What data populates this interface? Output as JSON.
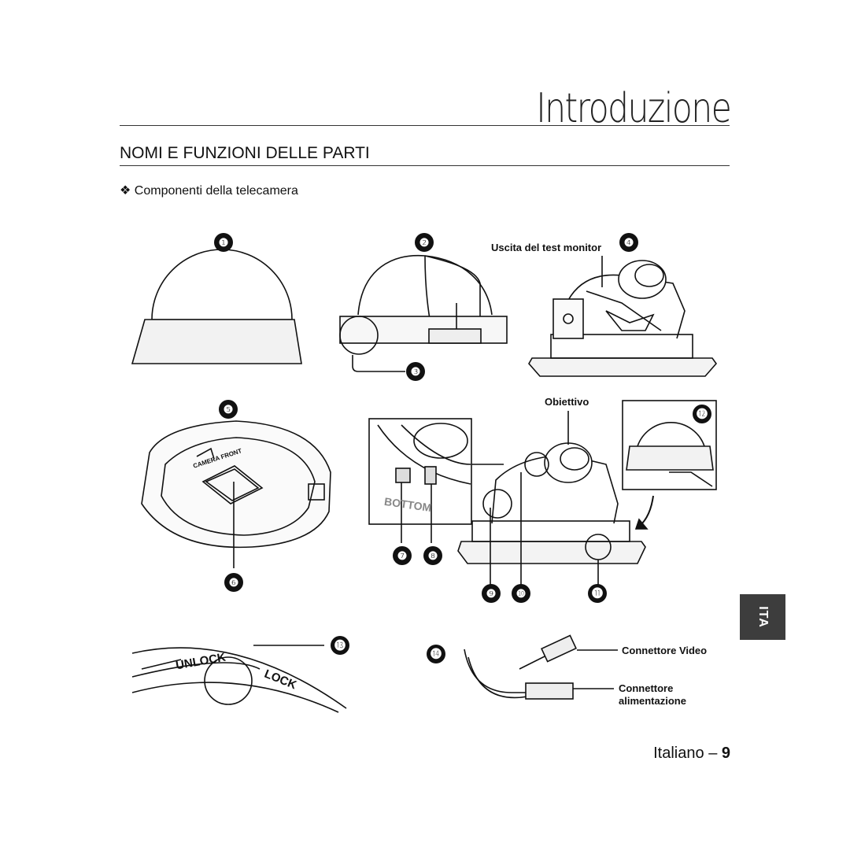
{
  "header": {
    "chapter_title": "Introduzione"
  },
  "section": {
    "title": "NOMI E FUNZIONI DELLE PARTI",
    "subheading": "❖ Componenti della telecamera"
  },
  "callouts": [
    "❶",
    "❷",
    "❸",
    "❹",
    "❺",
    "❻",
    "❼",
    "❽",
    "❾",
    "❿",
    "⓫",
    "⓬",
    "⓭",
    "⓮"
  ],
  "labels": {
    "test_monitor": "Uscita del test monitor",
    "lens": "Obiettivo",
    "video_connector": "Connettore Video",
    "power_connector_1": "Connettore",
    "power_connector_2": "alimentazione",
    "unlock": "UNLOCK",
    "lock": "LOCK",
    "bottom": "BOTTOM",
    "camera_front": "CAMERA FRONT"
  },
  "side_tab": {
    "language": "ITA"
  },
  "footer": {
    "language": "Italiano",
    "separator": "–",
    "page": "9"
  }
}
